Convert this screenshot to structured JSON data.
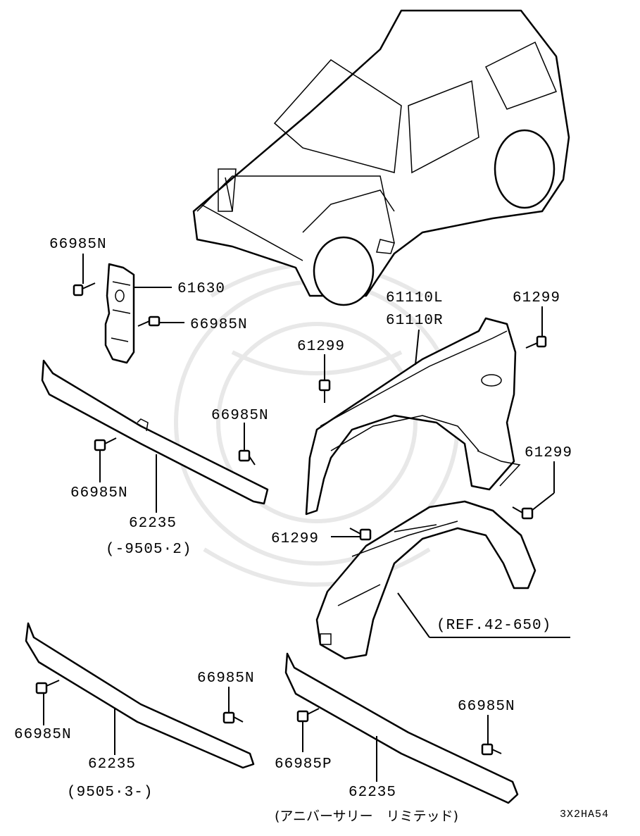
{
  "labels": {
    "l66985n_a": "66985N",
    "l61630": "61630",
    "l66985n_b": "66985N",
    "l61110l": "61110L",
    "l61110r": "61110R",
    "l61299_a": "61299",
    "l61299_b": "61299",
    "l66985n_c": "66985N",
    "l66985n_d": "66985N",
    "l62235_a": "62235",
    "l62235_a_range": "(-9505·2)",
    "l61299_c": "61299",
    "l61299_d": "61299",
    "lref": "(REF.42-650)",
    "l66985n_e": "66985N",
    "l66985n_f": "66985N",
    "l62235_b": "62235",
    "l62235_b_range": "(9505·3-)",
    "l66985n_g": "66985N",
    "l66985p": "66985P",
    "l62235_c": "62235",
    "l62235_c_note": "(アニバーサリー　リミテッド)",
    "drawing_code": "3X2HA54"
  }
}
